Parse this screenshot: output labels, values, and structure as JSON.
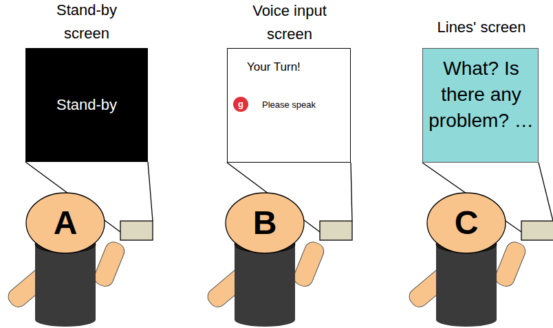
{
  "diagram": {
    "nodes": [
      {
        "text": [
          "Stand-by screen",
          "Stand-by"
        ]
      },
      {
        "text": [
          "Voice input screen",
          "Your Turn!",
          "Please speak"
        ]
      },
      {
        "text": [
          "Lines' screen",
          "What? Is there any problem? …"
        ]
      },
      {
        "text": [
          "A"
        ]
      },
      {
        "text": [
          "B"
        ]
      },
      {
        "text": [
          "C"
        ]
      }
    ],
    "labels": [
      "g"
    ]
  }
}
